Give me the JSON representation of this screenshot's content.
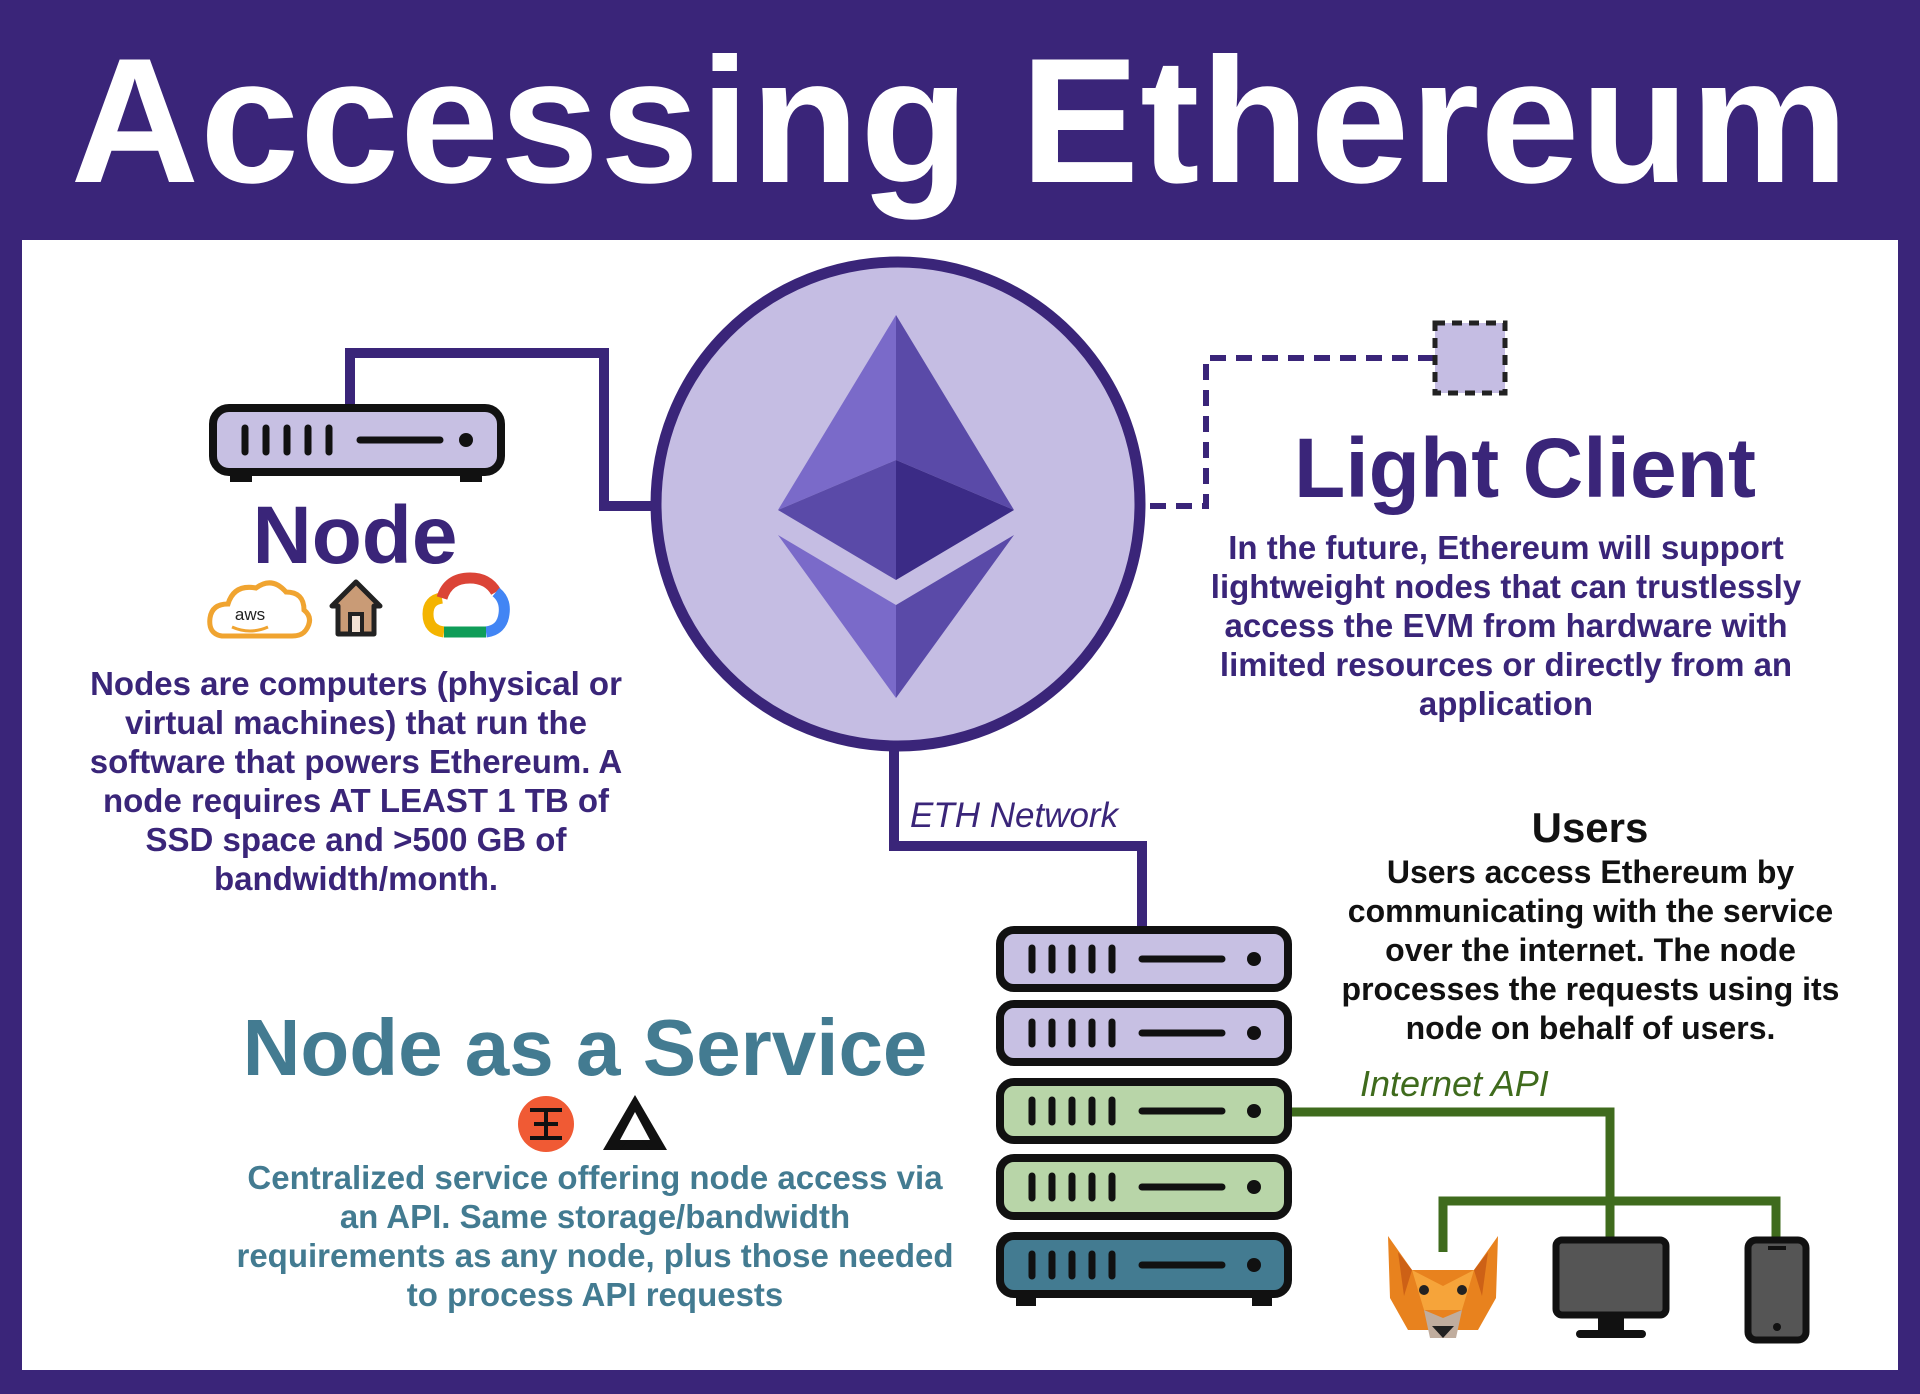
{
  "title": "Accessing Ethereum",
  "colors": {
    "frame": "#3a2579",
    "eth_circle_fill": "#c5bde3",
    "eth_light": "#7a6ac9",
    "eth_mid": "#5a4aa8",
    "eth_dark": "#3b2b86",
    "server_lavender": "#c7c0e3",
    "server_green": "#b8d5a8",
    "server_teal": "#437b91",
    "teal_text": "#437b91",
    "green_line": "#3f6b1d"
  },
  "node": {
    "heading": "Node",
    "description": "Nodes are computers (physical or virtual machines) that run the software that powers Ethereum. A node requires AT LEAST 1 TB of SSD space and >500 GB of bandwidth/month.",
    "aws_logo_text": "aws",
    "icons": [
      "aws-cloud-icon",
      "home-icon",
      "google-cloud-icon"
    ]
  },
  "light_client": {
    "heading": "Light Client",
    "description": "In the future, Ethereum will support lightweight nodes that can trustlessly access the EVM from hardware with limited resources or directly from an application"
  },
  "eth_network_label": "ETH Network",
  "users": {
    "heading": "Users",
    "description": "Users access Ethereum by communicating with the service over the internet. The node processes the requests using its node on behalf of users."
  },
  "node_as_a_service": {
    "heading": "Node as a Service",
    "description": "Centralized service offering node access via an API. Same storage/bandwidth requirements as any node, plus those needed to process API requests",
    "icons": [
      "infura-icon",
      "alchemy-icon"
    ]
  },
  "internet_api_label": "Internet API",
  "user_devices": [
    "metamask-fox-icon",
    "desktop-monitor-icon",
    "smartphone-icon"
  ]
}
